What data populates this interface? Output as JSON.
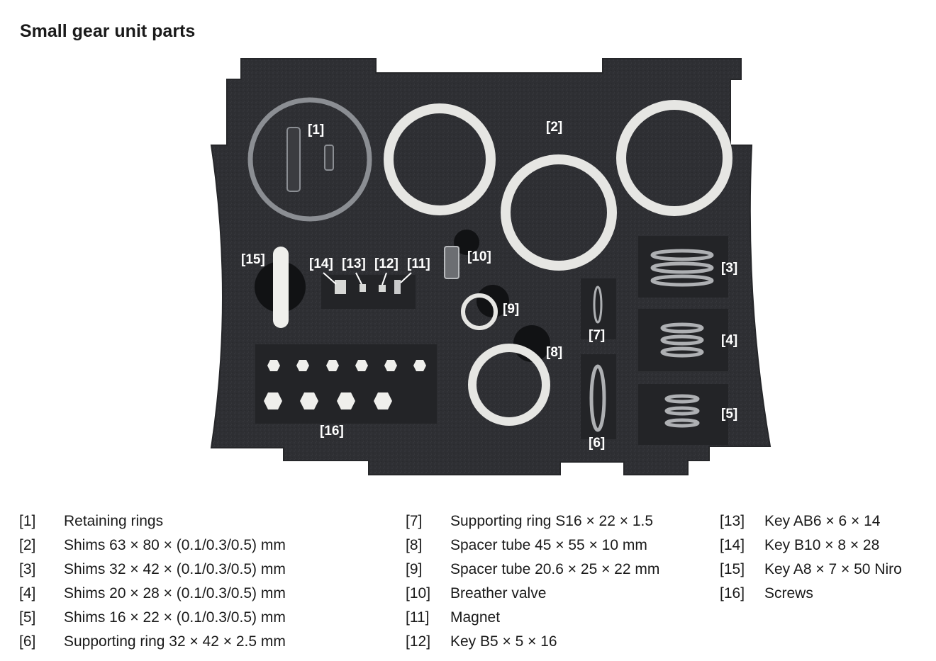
{
  "title": "Small gear unit parts",
  "colors": {
    "foam": "#2e2f33",
    "foam_dark": "#1d1e21",
    "ring_white": "#e6e6e3",
    "label": "#ffffff"
  },
  "figure": {
    "labels": {
      "l1": "[1]",
      "l2": "[2]",
      "l3": "[3]",
      "l4": "[4]",
      "l5": "[5]",
      "l6": "[6]",
      "l7": "[7]",
      "l8": "[8]",
      "l9": "[9]",
      "l10": "[10]",
      "l11": "[11]",
      "l12": "[12]",
      "l13": "[13]",
      "l14": "[14]",
      "l15": "[15]",
      "l16": "[16]"
    }
  },
  "legend": {
    "col1": [
      {
        "num": "[1]",
        "text": "Retaining rings"
      },
      {
        "num": "[2]",
        "text": "Shims 63 × 80 × (0.1/0.3/0.5) mm"
      },
      {
        "num": "[3]",
        "text": "Shims 32 × 42 × (0.1/0.3/0.5) mm"
      },
      {
        "num": "[4]",
        "text": "Shims 20 × 28 × (0.1/0.3/0.5) mm"
      },
      {
        "num": "[5]",
        "text": "Shims 16 × 22 × (0.1/0.3/0.5) mm"
      },
      {
        "num": "[6]",
        "text": "Supporting ring 32 × 42 × 2.5 mm"
      }
    ],
    "col2": [
      {
        "num": "[7]",
        "text": "Supporting ring S16 × 22 × 1.5"
      },
      {
        "num": "[8]",
        "text": "Spacer tube 45 × 55 × 10 mm"
      },
      {
        "num": "[9]",
        "text": "Spacer tube 20.6 × 25 × 22 mm"
      },
      {
        "num": "[10]",
        "text": "Breather valve"
      },
      {
        "num": "[11]",
        "text": "Magnet"
      },
      {
        "num": "[12]",
        "text": "Key B5 × 5 × 16"
      }
    ],
    "col3": [
      {
        "num": "[13]",
        "text": "Key AB6 × 6 × 14"
      },
      {
        "num": "[14]",
        "text": "Key B10 × 8 × 28"
      },
      {
        "num": "[15]",
        "text": "Key A8 × 7 × 50 Niro"
      },
      {
        "num": "[16]",
        "text": "Screws"
      }
    ]
  }
}
